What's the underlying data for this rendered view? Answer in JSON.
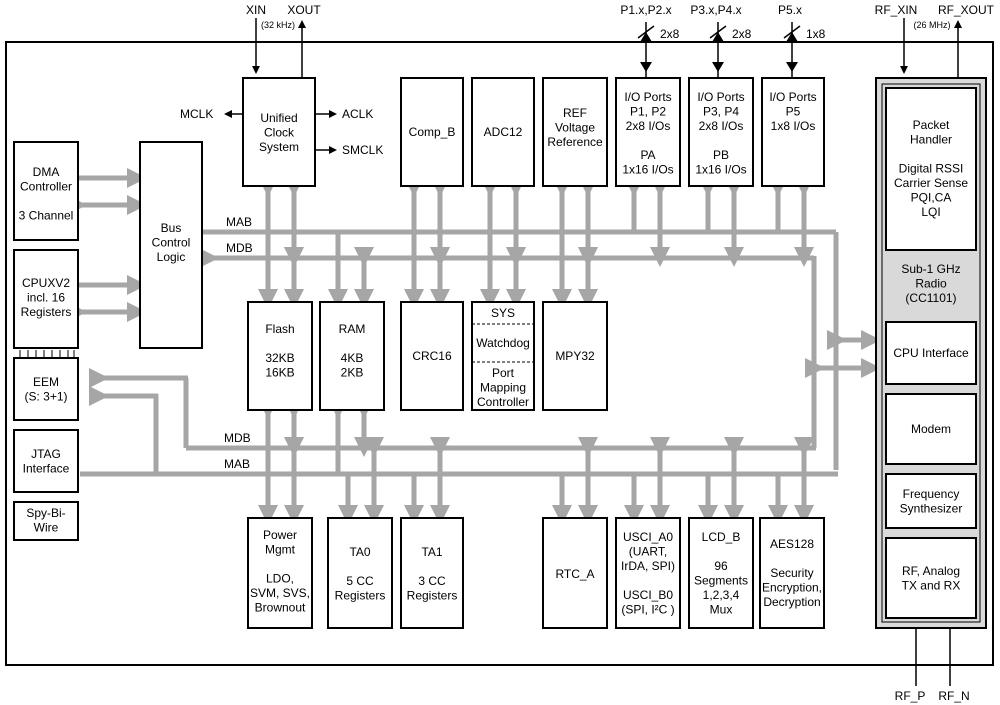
{
  "signals": {
    "xin": "XIN",
    "xin_freq": "(32 kHz)",
    "xout": "XOUT",
    "rf_xin": "RF_XIN",
    "rf_xin_freq": "(26 MHz)",
    "rf_xout": "RF_XOUT",
    "mclk": "MCLK",
    "aclk": "ACLK",
    "smclk": "SMCLK",
    "rf_p": "RF_P",
    "rf_n": "RF_N",
    "mab": "MAB",
    "mdb": "MDB"
  },
  "ports": {
    "p12": {
      "label": "P1.x,P2.x",
      "width": "2x8"
    },
    "p34": {
      "label": "P3.x,P4.x",
      "width": "2x8"
    },
    "p5": {
      "label": "P5.x",
      "width": "1x8"
    }
  },
  "blocks": {
    "dma": [
      "DMA",
      "Controller",
      "",
      "3 Channel"
    ],
    "cpu": [
      "CPUXV2",
      "incl. 16",
      "Registers"
    ],
    "eem": [
      "EEM",
      "(S: 3+1)"
    ],
    "jtag": [
      "JTAG",
      "Interface"
    ],
    "spy": [
      "Spy-Bi-",
      "Wire"
    ],
    "bus_ctrl": [
      "Bus",
      "Control",
      "Logic"
    ],
    "clock": [
      "Unified",
      "Clock",
      "System"
    ],
    "comp": [
      "Comp_B"
    ],
    "adc": [
      "ADC12"
    ],
    "ref": [
      "REF",
      "Voltage",
      "Reference"
    ],
    "io_pa": [
      "I/O Ports",
      "P1, P2",
      "2x8 I/Os",
      "",
      "PA",
      "1x16 I/Os"
    ],
    "io_pb": [
      "I/O Ports",
      "P3, P4",
      "2x8 I/Os",
      "",
      "PB",
      "1x16 I/Os"
    ],
    "io_p5": [
      "I/O Ports",
      "P5",
      "1x8 I/Os"
    ],
    "flash": [
      "Flash",
      "",
      "32KB",
      "16KB"
    ],
    "ram": [
      "RAM",
      "",
      "4KB",
      "2KB"
    ],
    "crc": [
      "CRC16"
    ],
    "sys": [
      "SYS"
    ],
    "watchdog": [
      "Watchdog"
    ],
    "portmap": [
      "Port",
      "Mapping",
      "Controller"
    ],
    "mpy": [
      "MPY32"
    ],
    "power": [
      "Power",
      "Mgmt",
      "",
      "LDO,",
      "SVM, SVS,",
      "Brownout"
    ],
    "ta0": [
      "TA0",
      "",
      "5 CC",
      "Registers"
    ],
    "ta1": [
      "TA1",
      "",
      "3 CC",
      "Registers"
    ],
    "rtc": [
      "RTC_A"
    ],
    "usci": [
      "USCI_A0",
      "(UART,",
      "IrDA, SPI)",
      "",
      "USCI_B0",
      "(SPI, I²C )"
    ],
    "lcd": [
      "LCD_B",
      "",
      "96",
      "Segments",
      "1,2,3,4",
      "Mux"
    ],
    "aes": [
      "AES128",
      "",
      "Security",
      "Encryption,",
      "Decryption"
    ]
  },
  "radio": {
    "packet": [
      "Packet",
      "Handler",
      "",
      "Digital RSSI",
      "Carrier Sense",
      "PQI,CA",
      "LQI"
    ],
    "title": [
      "Sub-1 GHz",
      "Radio",
      "(CC1101)"
    ],
    "cpu_if": [
      "CPU Interface"
    ],
    "modem": [
      "Modem"
    ],
    "synth": [
      "Frequency",
      "Synthesizer"
    ],
    "rf": [
      "RF, Analog",
      "TX and RX"
    ]
  }
}
